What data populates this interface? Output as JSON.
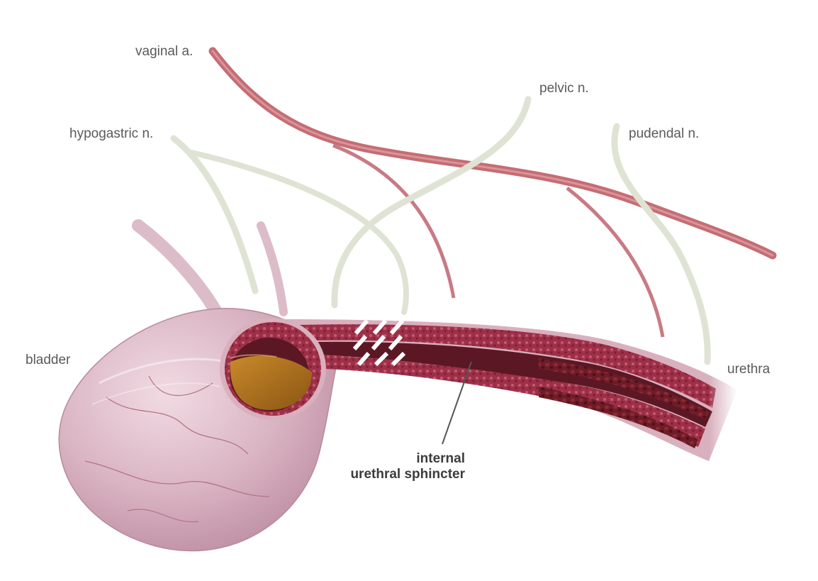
{
  "diagram": {
    "labels": {
      "vaginal_artery": "vaginal a.",
      "pelvic_nerve": "pelvic n.",
      "hypogastric_nerve": "hypogastric n.",
      "pudendal_nerve": "pudendal n.",
      "bladder": "bladder",
      "urethra": "urethra",
      "sphincter_line1": "internal",
      "sphincter_line2": "urethral sphincter"
    },
    "colors": {
      "artery": "#c46d74",
      "nerve": "#dfe3d4",
      "bladder": "#d4aab8",
      "muscle_wall": "#9b2f45",
      "lumen": "#5b1824",
      "urine": "#b8771c",
      "background": "#ffffff"
    }
  }
}
